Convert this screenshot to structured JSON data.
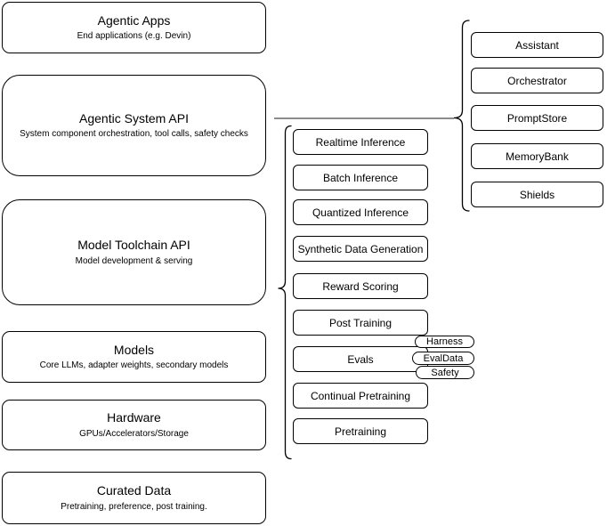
{
  "left_stack": [
    {
      "title": "Agentic Apps",
      "subtitle": "End applications (e.g. Devin)"
    },
    {
      "title": "Agentic System API",
      "subtitle": "System component orchestration, tool calls, safety checks"
    },
    {
      "title": "Model Toolchain API",
      "subtitle": "Model development & serving"
    },
    {
      "title": "Models",
      "subtitle": "Core LLMs, adapter weights, secondary models"
    },
    {
      "title": "Hardware",
      "subtitle": "GPUs/Accelerators/Storage"
    },
    {
      "title": "Curated Data",
      "subtitle": "Pretraining, preference, post training."
    }
  ],
  "toolchain_nodes": [
    {
      "label": "Realtime Inference"
    },
    {
      "label": "Batch Inference"
    },
    {
      "label": "Quantized Inference"
    },
    {
      "label": "Synthetic Data Generation"
    },
    {
      "label": "Reward Scoring"
    },
    {
      "label": "Post Training"
    },
    {
      "label": "Evals"
    },
    {
      "label": "Continual Pretraining"
    },
    {
      "label": "Pretraining"
    }
  ],
  "eval_pills": [
    {
      "label": "Harness"
    },
    {
      "label": "EvalData"
    },
    {
      "label": "Safety"
    }
  ],
  "system_nodes": [
    {
      "label": "Assistant"
    },
    {
      "label": "Orchestrator"
    },
    {
      "label": "PromptStore"
    },
    {
      "label": "MemoryBank"
    },
    {
      "label": "Shields"
    }
  ],
  "colors": {
    "stroke": "#000000",
    "fill": "#ffffff",
    "connector": "#666666"
  }
}
